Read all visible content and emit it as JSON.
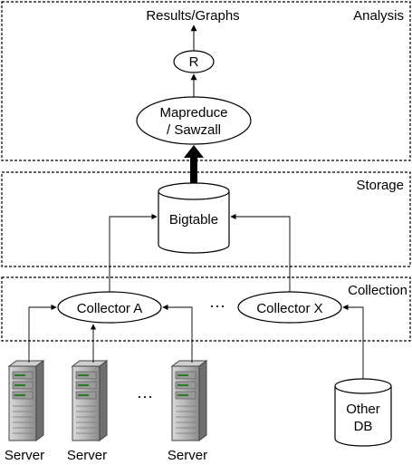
{
  "layers": {
    "analysis": "Analysis",
    "storage": "Storage",
    "collection": "Collection"
  },
  "nodes": {
    "results": "Results/Graphs",
    "r": "R",
    "mapreduce_line1": "Mapreduce",
    "mapreduce_line2": "/ Sawzall",
    "bigtable": "Bigtable",
    "collector_a": "Collector A",
    "collector_x": "Collector X",
    "collectors_ellipsis": "···",
    "other_db_line1": "Other",
    "other_db_line2": "DB"
  },
  "servers": [
    {
      "label": "Server"
    },
    {
      "label": "Server"
    },
    {
      "label": "Server"
    }
  ],
  "servers_ellipsis": "···",
  "icons": {
    "server": "server-tower-icon",
    "database": "database-cylinder-icon"
  }
}
